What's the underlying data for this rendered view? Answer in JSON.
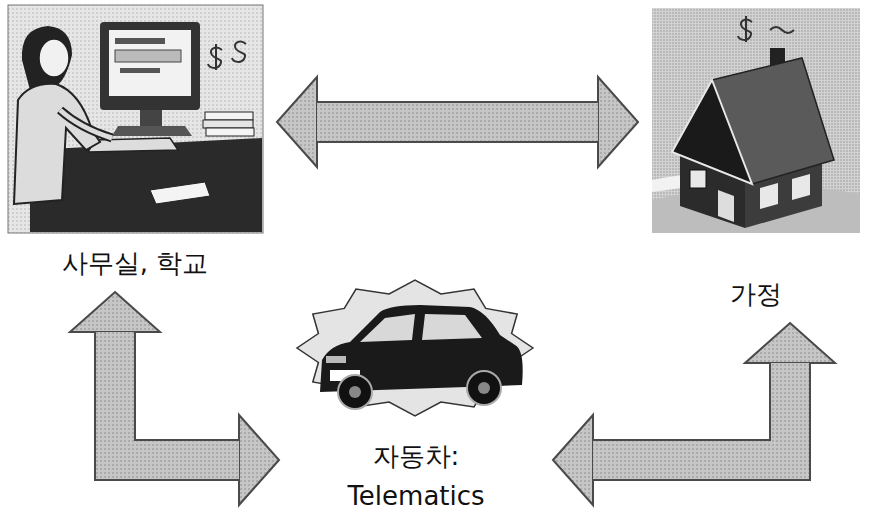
{
  "diagram": {
    "nodes": [
      {
        "text": [
          "사무실, 학교"
        ]
      },
      {
        "text": [
          "가정"
        ]
      },
      {
        "text": [
          "자동차: Telematics"
        ]
      }
    ],
    "edges": [
      {
        "from": 0,
        "to": 1,
        "arrow": "both"
      },
      {
        "from": 0,
        "to": 2,
        "arrow": "both"
      },
      {
        "from": 1,
        "to": 2,
        "arrow": "both"
      }
    ]
  }
}
